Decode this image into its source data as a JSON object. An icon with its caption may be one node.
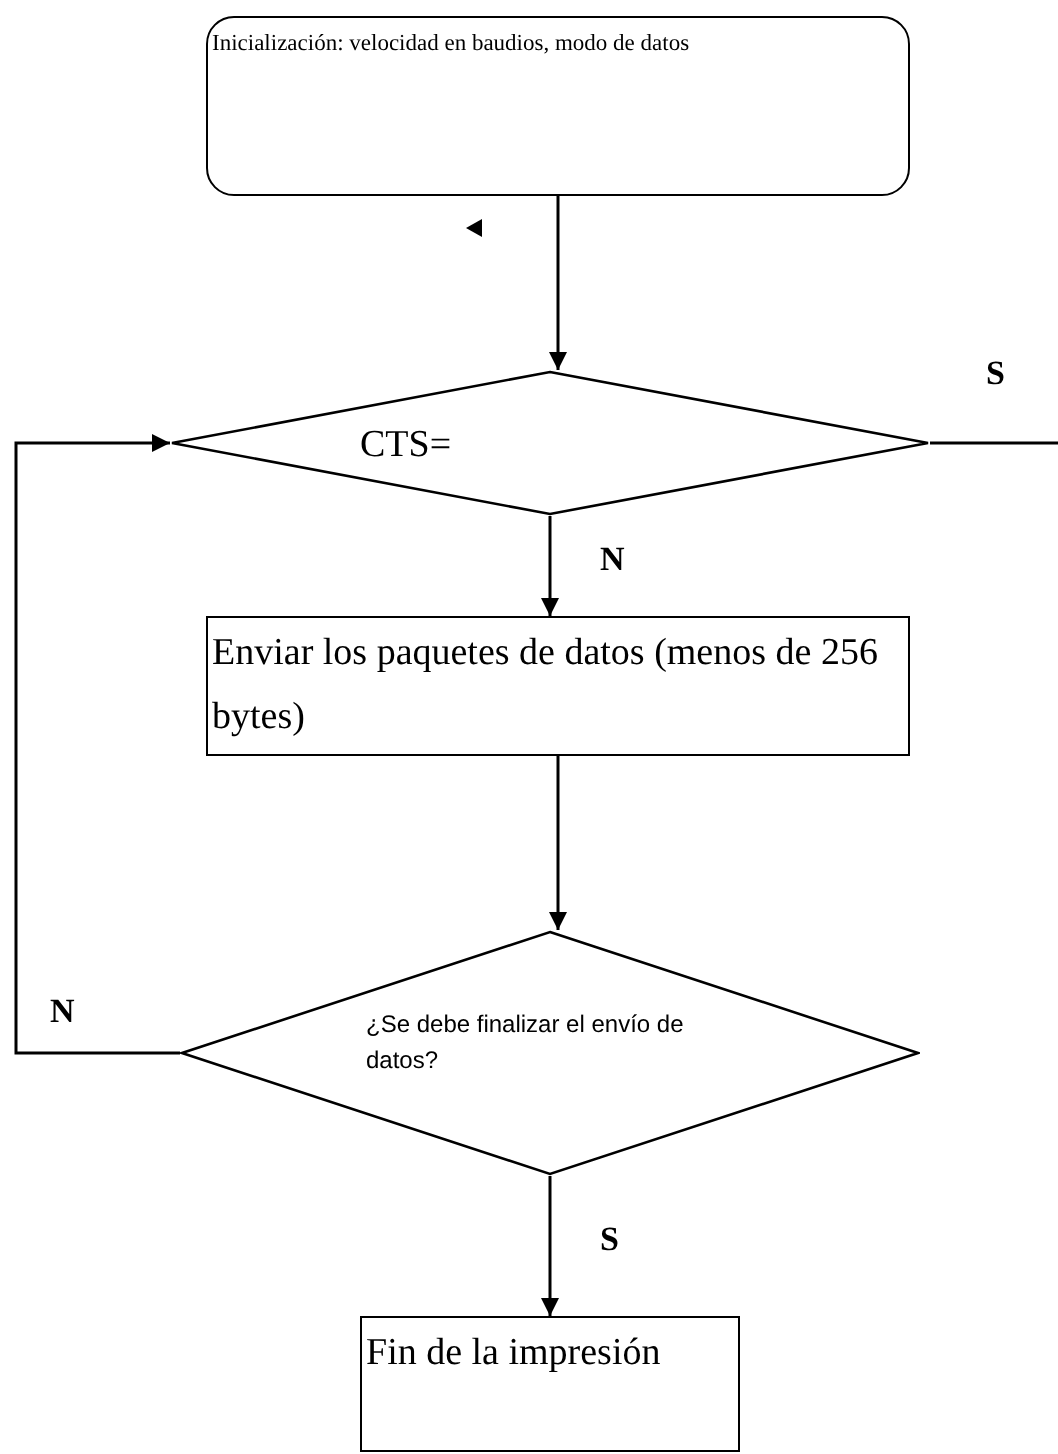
{
  "diagram": {
    "nodes": [
      {
        "text": [
          "Inicialización: velocidad en baudios, modo de datos"
        ]
      },
      {
        "text": [
          "CTS="
        ]
      },
      {
        "text": [
          "Enviar los paquetes de datos (menos de 256 bytes)"
        ]
      },
      {
        "text": [
          "¿Se debe finalizar el envío de datos?"
        ]
      },
      {
        "text": [
          "Fin de la impresión"
        ]
      }
    ],
    "edges": [
      {
        "from": 0,
        "to": 1,
        "arrow": "to"
      },
      {
        "from": 1,
        "to": 2,
        "arrow": "to",
        "label": "N"
      },
      {
        "from": 1,
        "to": null,
        "arrow": "none",
        "label": "S"
      },
      {
        "from": 2,
        "to": 3,
        "arrow": "to"
      },
      {
        "from": 3,
        "to": 4,
        "arrow": "to",
        "label": "S"
      },
      {
        "from": 3,
        "to": 1,
        "arrow": "to",
        "label": "N"
      }
    ]
  }
}
